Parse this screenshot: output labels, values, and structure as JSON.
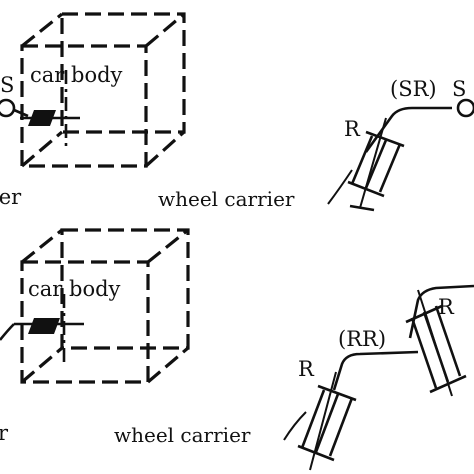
{
  "upper": {
    "body_label": "car body",
    "joint_label_left": "S",
    "carrier_label_left": "ier",
    "link_label": "(SR)",
    "joint_label_right": "S",
    "revolute_label": "R",
    "carrier_label": "wheel carrier"
  },
  "lower": {
    "body_label": "car body",
    "link_label": "(RR)",
    "revolute_label_top": "R",
    "revolute_label_bottom": "R",
    "carrier_label_left": "r",
    "carrier_label": "wheel carrier"
  },
  "colors": {
    "ink": "#111111",
    "background": "#ffffff"
  }
}
